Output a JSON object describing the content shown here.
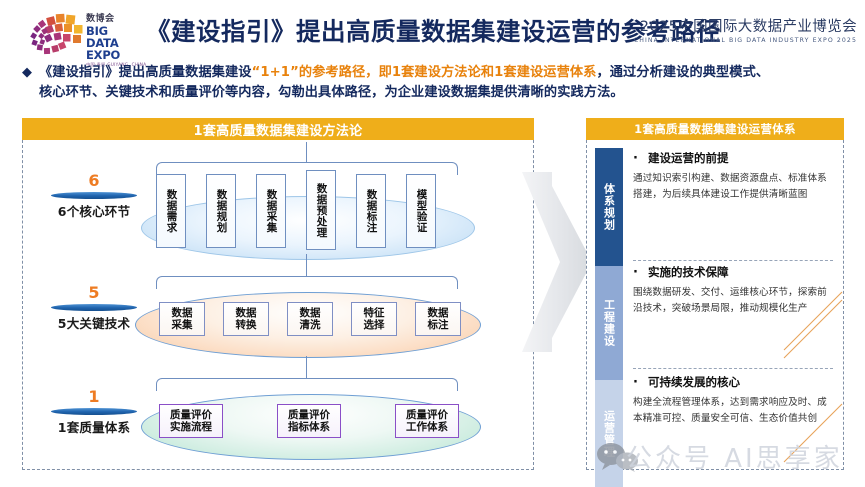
{
  "header": {
    "logo": {
      "cn": "数博会",
      "line1": "BIG DATA",
      "line2": "EXPO",
      "sub": "中国·贵阳   GUIYANG, CHINA",
      "mark_icon": "bigdata-expo-spiral-logo"
    },
    "title": "《建设指引》提出高质量数据集建设运营的参考路径",
    "expo_cn": "2025中国国际大数据产业博览会",
    "expo_en": "CHINA  INTERNATIONAL  BIG  DATA  INDUSTRY  EXPO  2025",
    "title_color": "#14295e",
    "accent_color": "#E8820C"
  },
  "bullet": {
    "marker": "◆",
    "line1_a": "《建设指引》提出高质量数据集建设",
    "line1_hl": "“1+1”的参考路径，即1套建设方法论和1套建设运营体系",
    "line1_b": "，通过分析建设的典型模式、",
    "line2": "核心环节、关键技术和质量评价等内容，勾勒出具体路径，为企业建设数据集提供清晰的实践方法。"
  },
  "left_panel": {
    "bar_title": "1套高质量数据集建设方法论",
    "bar_color": "#EFAE1A",
    "rows": [
      {
        "num": "6",
        "caption": "6个核心环节",
        "orientation": "vertical",
        "items": [
          "数据需求",
          "数据规划",
          "数据采集",
          "数据预处理",
          "数据标注",
          "模型验证"
        ]
      },
      {
        "num": "5",
        "caption": "5大关键技术",
        "orientation": "horizontal",
        "items": [
          "数据\n采集",
          "数据\n转换",
          "数据\n清洗",
          "特征\n选择",
          "数据\n标注"
        ]
      },
      {
        "num": "1",
        "caption": "1套质量体系",
        "orientation": "horizontal",
        "items": [
          "质量评价\n实施流程",
          "质量评价\n指标体系",
          "质量评价\n工作体系"
        ]
      }
    ]
  },
  "right_panel": {
    "bar_title": "1套高质量数据集建设运营体系",
    "bar_color": "#EFAE1A",
    "tabs": [
      {
        "label": "体系规划",
        "color": "#23538f"
      },
      {
        "label": "工程建设",
        "color": "#8fa9d4"
      },
      {
        "label": "运营管理",
        "color": "#c5d3e9"
      }
    ],
    "sections": [
      {
        "marker": "·",
        "heading": "建设运营的前提",
        "body_bold_1": "通过",
        "body": "通过知识索引构建、数据资源盘点、标准体系搭建，为后续具体建设工作提供清晰蓝图"
      },
      {
        "marker": "·",
        "heading": "实施的技术保障",
        "body": "围绕数据研发、交付、运维核心环节，探索前沿技术，突破场景局限，推动规模化生产"
      },
      {
        "marker": "·",
        "heading": "可持续发展的核心",
        "body": "构建全流程管理体系，达到需求响应及时、成本精准可控、质量安全可信、生态价值共创"
      }
    ]
  },
  "arrow": {
    "icon": "right-chevron-arrow",
    "color": "#e6e8ec"
  },
  "watermark": {
    "text": "公众号  AI思享家",
    "icon": "wechat-bubble-icon"
  }
}
